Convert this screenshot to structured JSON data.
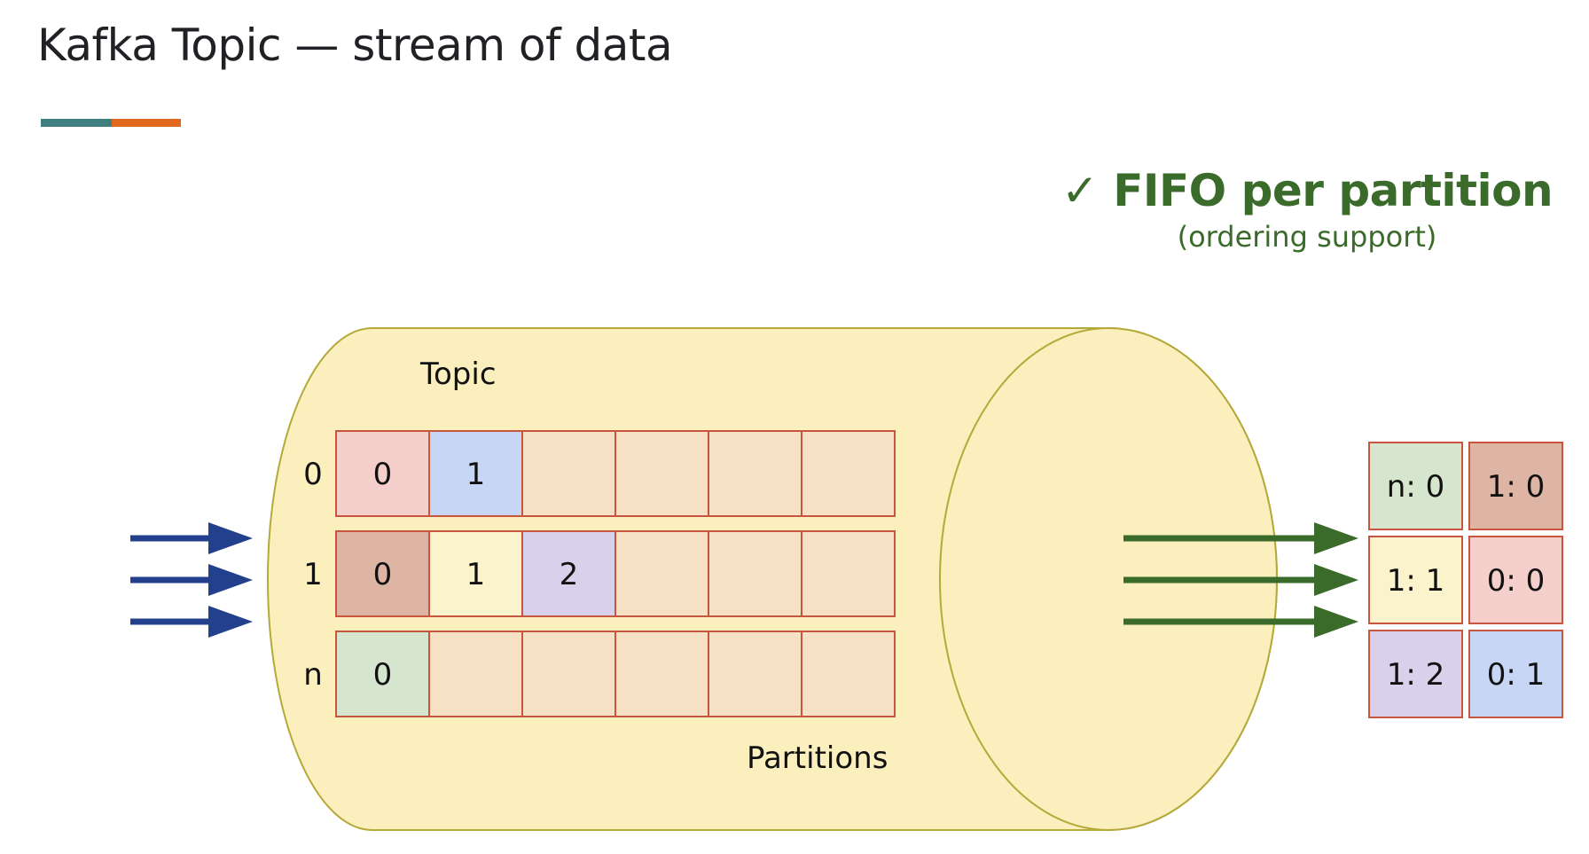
{
  "title": "Kafka Topic — stream of data",
  "fifo": {
    "headline": "✓ FIFO per partition",
    "note": "(ordering support)"
  },
  "topic_label": "Topic",
  "partitions_label": "Partitions",
  "colors": {
    "accent_teal": "#3f7f7f",
    "accent_orange": "#e0691f",
    "cylinder_fill": "#faefbd",
    "cylinder_stroke": "#b5a93a",
    "cell_empty": "#f7e1c4",
    "cell_stroke": "#c8553d",
    "arrow_in": "#22408c",
    "arrow_out": "#3a6b2a",
    "fifo_text": "#3a6b2a"
  },
  "partitions": [
    {
      "id": "0",
      "cells": [
        {
          "text": "0",
          "color": "#f4cfcc"
        },
        {
          "text": "1",
          "color": "#c8d6f5"
        },
        {
          "text": "",
          "color": "#f7e1c4"
        },
        {
          "text": "",
          "color": "#f7e1c4"
        },
        {
          "text": "",
          "color": "#f7e1c4"
        },
        {
          "text": "",
          "color": "#f7e1c4"
        }
      ]
    },
    {
      "id": "1",
      "cells": [
        {
          "text": "0",
          "color": "#deb5a5"
        },
        {
          "text": "1",
          "color": "#fbf3cb"
        },
        {
          "text": "2",
          "color": "#d9d0ec"
        },
        {
          "text": "",
          "color": "#f7e1c4"
        },
        {
          "text": "",
          "color": "#f7e1c4"
        },
        {
          "text": "",
          "color": "#f7e1c4"
        }
      ]
    },
    {
      "id": "n",
      "cells": [
        {
          "text": "0",
          "color": "#d6e5cd"
        },
        {
          "text": "",
          "color": "#f7e1c4"
        },
        {
          "text": "",
          "color": "#f7e1c4"
        },
        {
          "text": "",
          "color": "#f7e1c4"
        },
        {
          "text": "",
          "color": "#f7e1c4"
        },
        {
          "text": "",
          "color": "#f7e1c4"
        }
      ]
    }
  ],
  "output": [
    [
      {
        "text": "n: 0",
        "color": "#d6e5cd"
      },
      {
        "text": "1: 0",
        "color": "#deb5a5"
      }
    ],
    [
      {
        "text": "1: 1",
        "color": "#fbf3cb"
      },
      {
        "text": "0: 0",
        "color": "#f4cfcc"
      }
    ],
    [
      {
        "text": "1: 2",
        "color": "#d9d0ec"
      },
      {
        "text": "0: 1",
        "color": "#c8d6f5"
      }
    ]
  ],
  "arrows": {
    "incoming": 3,
    "outgoing": 3
  }
}
